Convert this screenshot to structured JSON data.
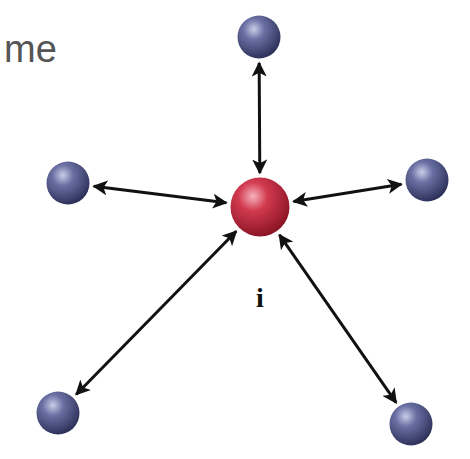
{
  "diagram": {
    "nodes": [
      {
        "text": []
      },
      {
        "text": []
      },
      {
        "text": []
      },
      {
        "text": [
          "i"
        ]
      },
      {
        "text": []
      },
      {
        "text": []
      }
    ],
    "edges": [
      {
        "from": 3,
        "to": 0,
        "arrow": "both"
      },
      {
        "from": 3,
        "to": 1,
        "arrow": "both"
      },
      {
        "from": 3,
        "to": 2,
        "arrow": "both"
      },
      {
        "from": 3,
        "to": 4,
        "arrow": "both"
      },
      {
        "from": 3,
        "to": 5,
        "arrow": "both"
      }
    ],
    "labels": [
      "me"
    ]
  }
}
